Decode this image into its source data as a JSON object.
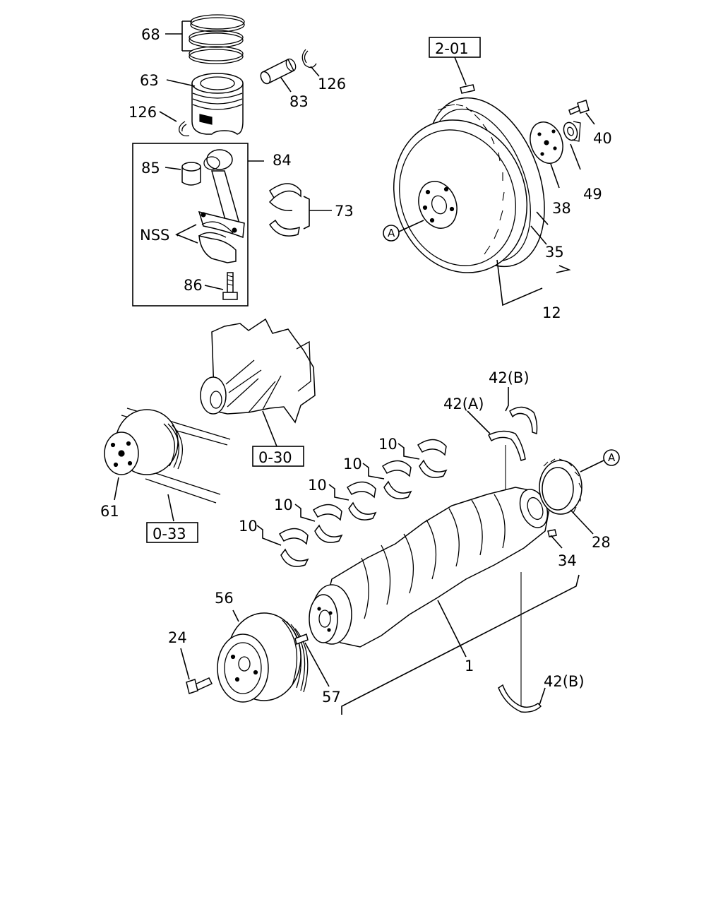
{
  "labels": {
    "l68": "68",
    "l63": "63",
    "l83": "83",
    "l126a": "126",
    "l126b": "126",
    "l85": "85",
    "l84": "84",
    "l73": "73",
    "nss": "NSS",
    "l86": "86",
    "l40": "40",
    "l49": "49",
    "l38": "38",
    "l35": "35",
    "l12": "12",
    "l61": "61",
    "l42a": "42(A)",
    "l42b_top": "42(B)",
    "l42b_bot": "42(B)",
    "l10_1": "10",
    "l10_2": "10",
    "l10_3": "10",
    "l10_4": "10",
    "l10_5": "10",
    "l28": "28",
    "l34": "34",
    "l56": "56",
    "l24": "24",
    "l57": "57",
    "l1": "1"
  },
  "references": {
    "ref_2_01": "2-01",
    "ref_0_30": "0-30",
    "ref_0_33": "0-33"
  },
  "markers": {
    "a_flywheel": "A",
    "a_gear": "A"
  }
}
